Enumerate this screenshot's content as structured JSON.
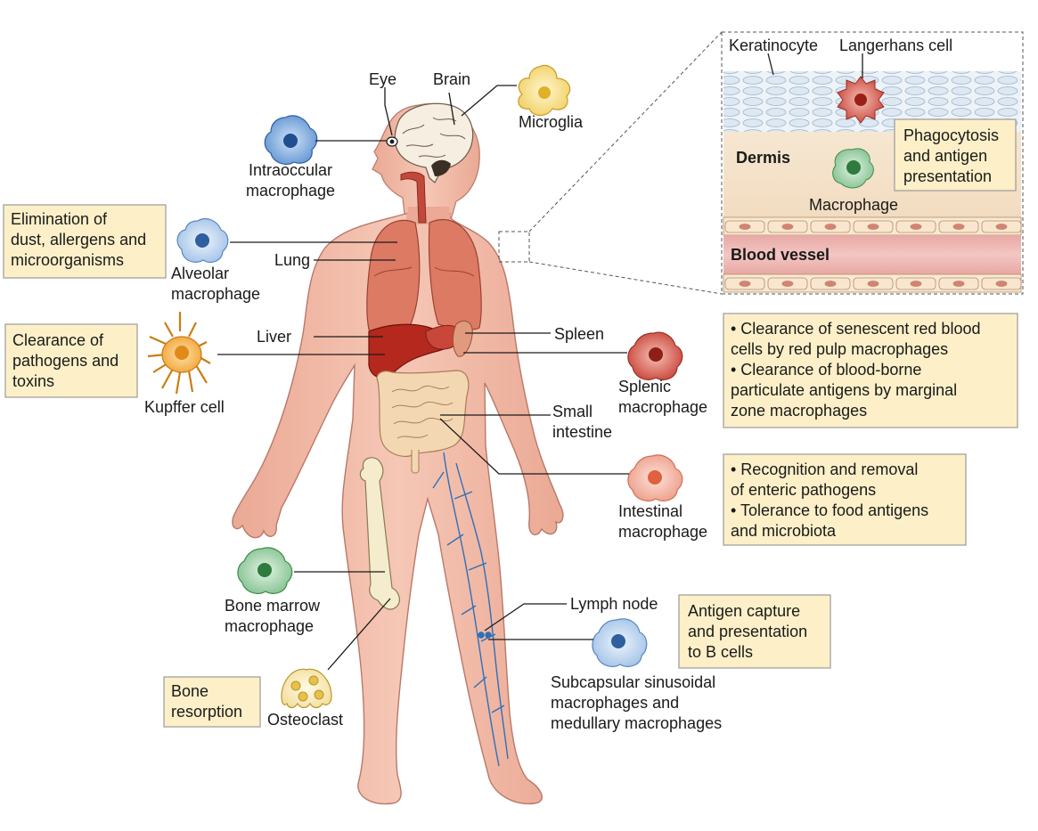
{
  "organs": {
    "eye": "Eye",
    "brain": "Brain",
    "lung": "Lung",
    "liver": "Liver",
    "spleen": "Spleen",
    "small_intestine": [
      "Small",
      "intestine"
    ],
    "lymph_node": "Lymph node"
  },
  "cells": {
    "microglia": [
      "Microglia"
    ],
    "intraocular": [
      "Intraoccular",
      "macrophage"
    ],
    "alveolar": [
      "Alveolar",
      "macrophage"
    ],
    "kupffer": [
      "Kupffer cell"
    ],
    "splenic": [
      "Splenic",
      "macrophage"
    ],
    "intestinal": [
      "Intestinal",
      "macrophage"
    ],
    "bone_marrow": [
      "Bone marrow",
      "macrophage"
    ],
    "osteoclast": [
      "Osteoclast"
    ],
    "lymph_node_cells": [
      "Subcapsular sinusoidal",
      "macrophages and",
      "medullary macrophages"
    ]
  },
  "skin_inset": {
    "keratinocyte": "Keratinocyte",
    "langerhans": "Langerhans cell",
    "dermis": "Dermis",
    "macrophage": "Macrophage",
    "blood_vessel": "Blood vessel",
    "function_box": [
      "Phagocytosis",
      "and antigen",
      "presentation"
    ]
  },
  "function_boxes": {
    "lung": [
      "Elimination of",
      "dust, allergens and",
      "microorganisms"
    ],
    "liver": [
      "Clearance of",
      "pathogens and",
      "toxins"
    ],
    "spleen": [
      "• Clearance of senescent red blood",
      "   cells by red pulp macrophages",
      "• Clearance of blood-borne",
      "   particulate antigens by marginal",
      "   zone macrophages"
    ],
    "intestine": [
      "• Recognition and removal",
      "   of enteric pathogens",
      "• Tolerance to food antigens",
      "   and microbiota"
    ],
    "lymph_node": [
      "Antigen capture",
      "and presentation",
      "to B cells"
    ],
    "bone": [
      "Bone",
      "resorption"
    ]
  },
  "colors": {
    "skin": "#f0b8a4",
    "skin_outline": "#b9786a",
    "lung": "#d9735e",
    "liver": "#b5281d",
    "box_fill": "#fdf0c8",
    "blue_cell": "#6f9fd8",
    "orange_cell": "#f3a23a",
    "green_cell": "#6fb57d",
    "red_cell": "#c8453c",
    "yellow_cell": "#f2d36a"
  }
}
